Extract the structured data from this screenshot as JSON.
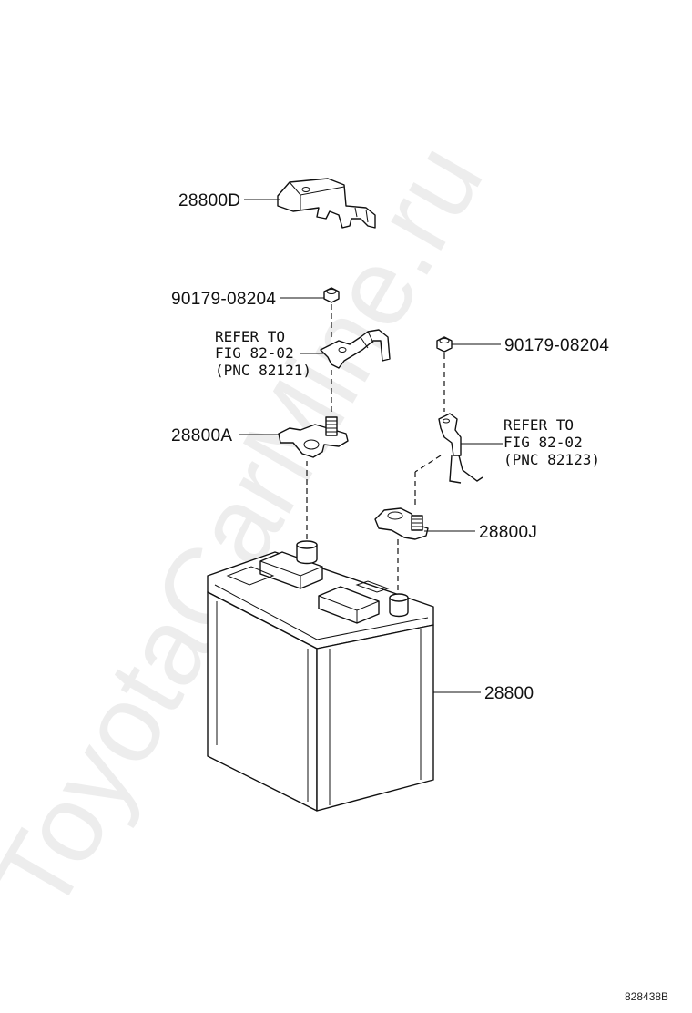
{
  "watermark": "ToyotaCarMine.ru",
  "figure_id": "828438B",
  "parts": {
    "cover": "28800D",
    "nut_left": "90179-08204",
    "nut_right": "90179-08204",
    "clamp_positive": "28800A",
    "clamp_negative": "28800J",
    "battery": "28800"
  },
  "references": {
    "left": [
      "REFER TO",
      "FIG 82-02",
      "(PNC 82121)"
    ],
    "right": [
      "REFER TO",
      "FIG 82-02",
      "(PNC 82123)"
    ]
  }
}
